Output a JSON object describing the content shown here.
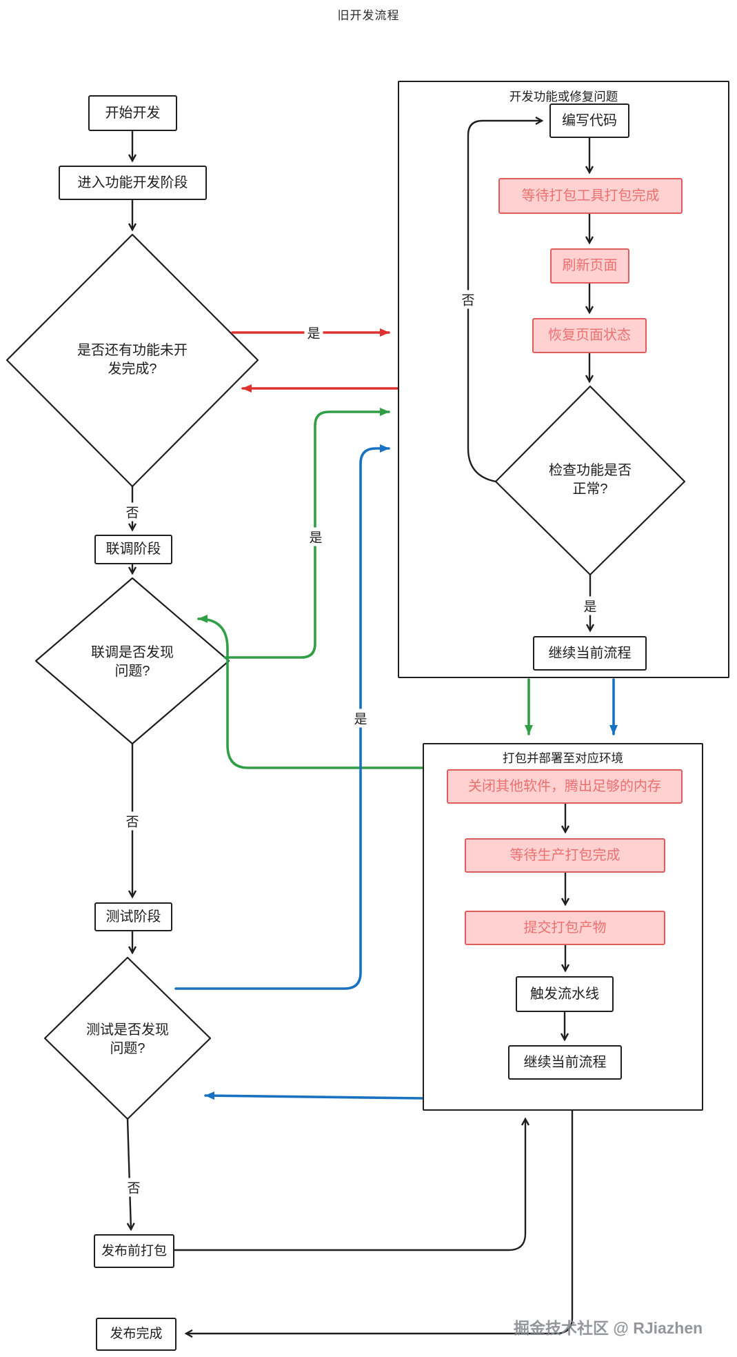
{
  "title": "旧开发流程",
  "watermark": "掘金技术社区 @ RJiazhen",
  "labels": {
    "yes": "是",
    "no": "否"
  },
  "left_flow": {
    "start": "开始开发",
    "enter_dev": "进入功能开发阶段",
    "d_features": {
      "line1": "是否还有功能未开",
      "line2": "发完成?"
    },
    "integration": "联调阶段",
    "d_integration": {
      "line1": "联调是否发现",
      "line2": "问题?"
    },
    "test": "测试阶段",
    "d_test": {
      "line1": "测试是否发现",
      "line2": "问题?"
    },
    "prerelease": "发布前打包",
    "done": "发布完成"
  },
  "dev_box": {
    "title": "开发功能或修复问题",
    "write_code": "编写代码",
    "wait_pack": "等待打包工具打包完成",
    "refresh": "刷新页面",
    "restore": "恢复页面状态",
    "d_check": {
      "line1": "检查功能是否",
      "line2": "正常?"
    },
    "continue": "继续当前流程"
  },
  "deploy_box": {
    "title": "打包并部署至对应环境",
    "free_memory": "关闭其他软件，腾出足够的内存",
    "wait_prod": "等待生产打包完成",
    "submit": "提交打包产物",
    "pipeline": "触发流水线",
    "continue": "继续当前流程"
  },
  "colors": {
    "ink": "#1e1e1e",
    "red": "#e03131",
    "green": "#2f9e44",
    "blue": "#1971c2",
    "pink_fill": "#ffd1d1",
    "pink_border": "#e05b5b",
    "pink_text": "#ec7070"
  }
}
